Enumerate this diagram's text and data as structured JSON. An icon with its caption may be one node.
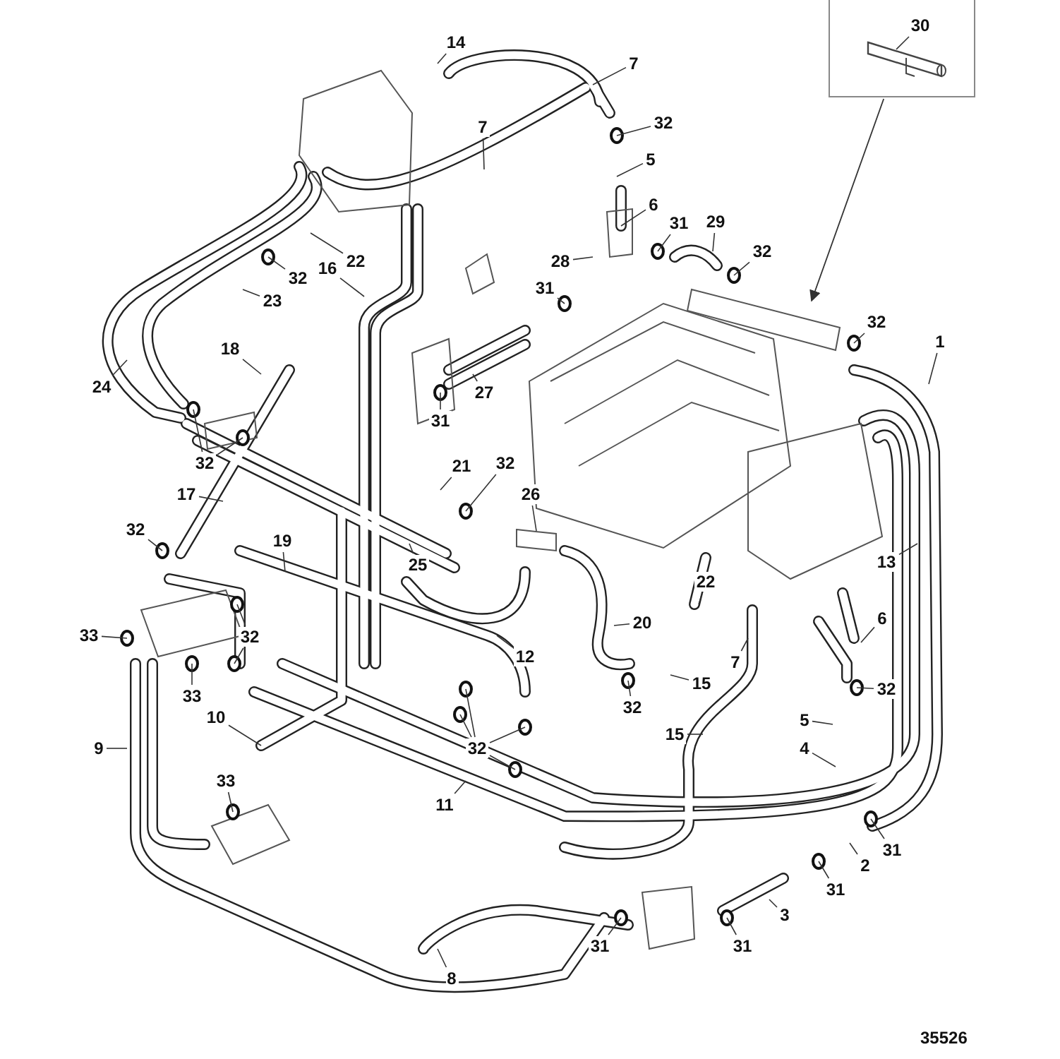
{
  "diagram": {
    "nodes": [
      {
        "text": [],
        "shape": "box"
      },
      {
        "text": [
          "30"
        ],
        "in": 0
      },
      {
        "text": [
          "14"
        ]
      },
      {
        "text": [
          "7"
        ]
      },
      {
        "text": [
          "32"
        ]
      },
      {
        "text": [
          "7"
        ]
      },
      {
        "text": [
          "5"
        ]
      },
      {
        "text": [
          "6"
        ]
      },
      {
        "text": [
          "31"
        ]
      },
      {
        "text": [
          "29"
        ]
      },
      {
        "text": [
          "32"
        ]
      },
      {
        "text": [
          "28"
        ]
      },
      {
        "text": [
          "22"
        ]
      },
      {
        "text": [
          "16"
        ]
      },
      {
        "text": [
          "32"
        ]
      },
      {
        "text": [
          "31"
        ]
      },
      {
        "text": [
          "23"
        ]
      },
      {
        "text": [
          "32"
        ]
      },
      {
        "text": [
          "1"
        ]
      },
      {
        "text": [
          "18"
        ]
      },
      {
        "text": [
          "24"
        ]
      },
      {
        "text": [
          "27"
        ]
      },
      {
        "text": [
          "31"
        ]
      },
      {
        "text": [
          "32"
        ]
      },
      {
        "text": [
          "21"
        ]
      },
      {
        "text": [
          "32"
        ]
      },
      {
        "text": [
          "17"
        ]
      },
      {
        "text": [
          "26"
        ]
      },
      {
        "text": [
          "32"
        ]
      },
      {
        "text": [
          "19"
        ]
      },
      {
        "text": [
          "13"
        ]
      },
      {
        "text": [
          "25"
        ]
      },
      {
        "text": [
          "22"
        ]
      },
      {
        "text": [
          "20"
        ]
      },
      {
        "text": [
          "6"
        ]
      },
      {
        "text": [
          "33"
        ]
      },
      {
        "text": [
          "32"
        ]
      },
      {
        "text": [
          "12"
        ]
      },
      {
        "text": [
          "7"
        ]
      },
      {
        "text": [
          "15"
        ]
      },
      {
        "text": [
          "32"
        ]
      },
      {
        "text": [
          "33"
        ]
      },
      {
        "text": [
          "32"
        ]
      },
      {
        "text": [
          "10"
        ]
      },
      {
        "text": [
          "5"
        ]
      },
      {
        "text": [
          "15"
        ]
      },
      {
        "text": [
          "9"
        ]
      },
      {
        "text": [
          "32"
        ]
      },
      {
        "text": [
          "4"
        ]
      },
      {
        "text": [
          "33"
        ]
      },
      {
        "text": [
          "11"
        ]
      },
      {
        "text": [
          "31"
        ]
      },
      {
        "text": [
          "2"
        ]
      },
      {
        "text": [
          "31"
        ]
      },
      {
        "text": [
          "3"
        ]
      },
      {
        "text": [
          "31"
        ]
      },
      {
        "text": [
          "31"
        ]
      },
      {
        "text": [
          "8"
        ]
      }
    ],
    "edges": [
      {
        "from": 0,
        "to": null,
        "arrow": "to"
      },
      {
        "from": 1,
        "to": null,
        "arrow": "none"
      },
      {
        "from": 2,
        "to": null,
        "arrow": "none"
      },
      {
        "from": 3,
        "to": null,
        "arrow": "none"
      },
      {
        "from": 4,
        "to": null,
        "arrow": "none"
      },
      {
        "from": 5,
        "to": null,
        "arrow": "none"
      },
      {
        "from": 6,
        "to": null,
        "arrow": "none"
      },
      {
        "from": 7,
        "to": null,
        "arrow": "none"
      },
      {
        "from": 8,
        "to": null,
        "arrow": "none"
      },
      {
        "from": 9,
        "to": null,
        "arrow": "none"
      },
      {
        "from": 10,
        "to": null,
        "arrow": "none"
      },
      {
        "from": 11,
        "to": null,
        "arrow": "none"
      },
      {
        "from": 12,
        "to": null,
        "arrow": "none"
      },
      {
        "from": 13,
        "to": null,
        "arrow": "none"
      },
      {
        "from": 14,
        "to": null,
        "arrow": "none"
      },
      {
        "from": 15,
        "to": null,
        "arrow": "none"
      },
      {
        "from": 16,
        "to": null,
        "arrow": "none"
      },
      {
        "from": 17,
        "to": null,
        "arrow": "none"
      },
      {
        "from": 18,
        "to": null,
        "arrow": "none"
      },
      {
        "from": 19,
        "to": null,
        "arrow": "none"
      },
      {
        "from": 20,
        "to": null,
        "arrow": "none"
      },
      {
        "from": 21,
        "to": null,
        "arrow": "none"
      },
      {
        "from": 22,
        "to": null,
        "arrow": "none"
      },
      {
        "from": 23,
        "to": null,
        "arrow": "none"
      },
      {
        "from": 23,
        "to": null,
        "arrow": "none"
      },
      {
        "from": 24,
        "to": null,
        "arrow": "none"
      },
      {
        "from": 25,
        "to": null,
        "arrow": "none"
      },
      {
        "from": 26,
        "to": null,
        "arrow": "none"
      },
      {
        "from": 27,
        "to": null,
        "arrow": "none"
      },
      {
        "from": 28,
        "to": null,
        "arrow": "none"
      },
      {
        "from": 29,
        "to": null,
        "arrow": "none"
      },
      {
        "from": 30,
        "to": null,
        "arrow": "none"
      },
      {
        "from": 31,
        "to": null,
        "arrow": "none"
      },
      {
        "from": 32,
        "to": null,
        "arrow": "none"
      },
      {
        "from": 33,
        "to": null,
        "arrow": "none"
      },
      {
        "from": 34,
        "to": null,
        "arrow": "none"
      },
      {
        "from": 35,
        "to": null,
        "arrow": "none"
      },
      {
        "from": 36,
        "to": null,
        "arrow": "none"
      },
      {
        "from": 36,
        "to": null,
        "arrow": "none"
      },
      {
        "from": 37,
        "to": null,
        "arrow": "none"
      },
      {
        "from": 38,
        "to": null,
        "arrow": "none"
      },
      {
        "from": 39,
        "to": null,
        "arrow": "none"
      },
      {
        "from": 40,
        "to": null,
        "arrow": "none"
      },
      {
        "from": 41,
        "to": null,
        "arrow": "none"
      },
      {
        "from": 42,
        "to": null,
        "arrow": "none"
      },
      {
        "from": 43,
        "to": null,
        "arrow": "none"
      },
      {
        "from": 44,
        "to": null,
        "arrow": "none"
      },
      {
        "from": 45,
        "to": null,
        "arrow": "none"
      },
      {
        "from": 46,
        "to": null,
        "arrow": "none"
      },
      {
        "from": 47,
        "to": null,
        "arrow": "none"
      },
      {
        "from": 47,
        "to": null,
        "arrow": "none"
      },
      {
        "from": 47,
        "to": null,
        "arrow": "none"
      },
      {
        "from": 47,
        "to": null,
        "arrow": "none"
      },
      {
        "from": 48,
        "to": null,
        "arrow": "none"
      },
      {
        "from": 49,
        "to": null,
        "arrow": "none"
      },
      {
        "from": 50,
        "to": null,
        "arrow": "none"
      },
      {
        "from": 51,
        "to": null,
        "arrow": "none"
      },
      {
        "from": 52,
        "to": null,
        "arrow": "none"
      },
      {
        "from": 53,
        "to": null,
        "arrow": "none"
      },
      {
        "from": 54,
        "to": null,
        "arrow": "none"
      },
      {
        "from": 55,
        "to": null,
        "arrow": "none"
      },
      {
        "from": 56,
        "to": null,
        "arrow": "none"
      },
      {
        "from": 57,
        "to": null,
        "arrow": "none"
      }
    ],
    "labels": [
      "35526"
    ]
  }
}
